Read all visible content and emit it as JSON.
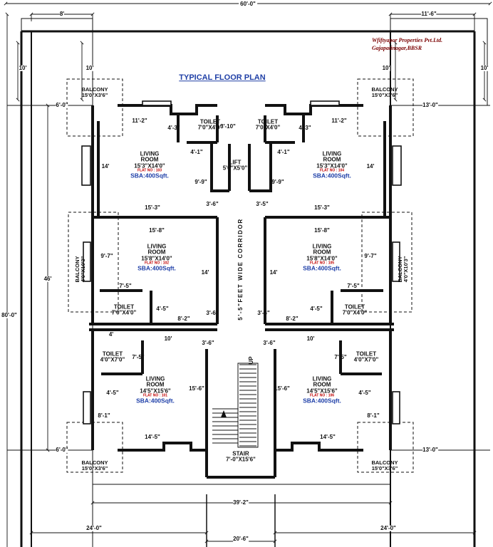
{
  "title": "TYPICAL FLOOR PLAN",
  "firm": {
    "name": "Wfiftyapor Properties Pvt.Ltd.",
    "location": "Gajapatinagar,BBSR"
  },
  "overall": {
    "width": "60'-0\"",
    "depth": "80'-0\"",
    "building_depth": "46'",
    "front_left": "24'-0\"",
    "front_right": "24'-0\"",
    "road": "20'-6\"",
    "building_width": "39'-2\""
  },
  "setbacks": {
    "top_left_width": "8'",
    "top_right_width": "11'-6\"",
    "top_left_height": "10'",
    "top_left_height2": "10'",
    "top_right_height": "10'",
    "top_right_height2": "10'",
    "side_left_top": "6'-0\"",
    "side_right_top": "13'-0\"",
    "side_left_bottom": "6'-0\"",
    "side_right_bottom": "13'-0\""
  },
  "core": {
    "lift_name": "LIFT",
    "lift_size": "5'0\"X5'0\"",
    "corridor": "5'-5\"FEET WIDE CORRIDOR",
    "stair_name": "STAIR",
    "stair_size": "7'-0\"X15'6\"",
    "up": "UP"
  },
  "balconies": {
    "label": "BALCONY",
    "size_top": "15'0\"X3'6\"",
    "size_side": "4'0\"X10'3\""
  },
  "toilets": {
    "label": "TOILET",
    "size_a": "7'0\"X4'0\"",
    "size_b": "4'0\"X7'0\""
  },
  "flats": {
    "f103": {
      "room": "LIVING",
      "room2": "ROOM",
      "size": "15'3\"X14'0\"",
      "flat": "FLAT NO : 103",
      "sba": "SBA:400Sqft."
    },
    "f104": {
      "room": "LIVING",
      "room2": "ROOM",
      "size": "15'3\"X14'0\"",
      "flat": "FLAT NO : 104",
      "sba": "SBA:400Sqft."
    },
    "f102": {
      "room": "LIVING",
      "room2": "ROOM",
      "size": "15'8\"X14'0\"",
      "flat": "FLAT NO : 102",
      "sba": "SBA:400Sqft."
    },
    "f105": {
      "room": "LIVING",
      "room2": "ROOM",
      "size": "15'8\"X14'0\"",
      "flat": "FLAT NO : 105",
      "sba": "SBA:400Sqft."
    },
    "f101": {
      "room": "LIVING",
      "room2": "ROOM",
      "size": "14'5\"X15'6\"",
      "flat": "FLAT NO : 101",
      "sba": "SBA:400Sqft."
    },
    "f106": {
      "room": "LIVING",
      "room2": "ROOM",
      "size": "14'5\"X15'6\"",
      "flat": "FLAT NO : 106",
      "sba": "SBA:400Sqft."
    }
  },
  "dims": {
    "d11_2": "11'-2\"",
    "d4_3": "4'-3\"",
    "d3_10": "3'-10\"",
    "d4_1": "4'-1\"",
    "d14": "14'",
    "d9_9": "9'-9\"",
    "d15_3": "15'-3\"",
    "d3_5": "3'-5\"",
    "d3_6": "3'-6\"",
    "d15_8": "15'-8\"",
    "d9_7": "9'-7\"",
    "d7_5": "7'-5\"",
    "d4_5": "4'-5\"",
    "d8_2": "8'-2\"",
    "d10": "10'",
    "d4": "4'",
    "d15_6": "15'-6\"",
    "d8_1": "8'-1\"",
    "d14_5": "14'-5\""
  }
}
